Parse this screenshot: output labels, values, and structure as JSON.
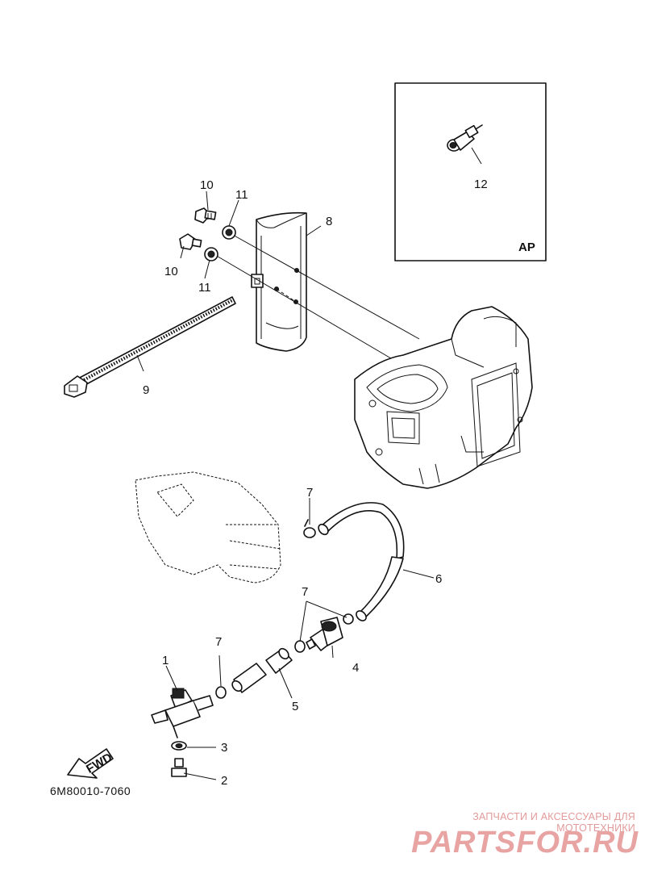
{
  "diagram": {
    "part_code": "6M80010-7060",
    "inset_label": "AP",
    "direction_label": "FWD",
    "callouts": {
      "c1": "1",
      "c2": "2",
      "c3": "3",
      "c4": "4",
      "c5": "5",
      "c6": "6",
      "c7a": "7",
      "c7b": "7",
      "c7c": "7",
      "c8": "8",
      "c9": "9",
      "c10a": "10",
      "c10b": "10",
      "c11a": "11",
      "c11b": "11",
      "c12": "12"
    }
  },
  "watermark": {
    "tagline": "ЗАПЧАСТИ И АКСЕССУАРЫ ДЛЯ МОТОТЕХНИКИ",
    "logo": "PARTSFOR.RU",
    "color": "#e8a3a3"
  }
}
